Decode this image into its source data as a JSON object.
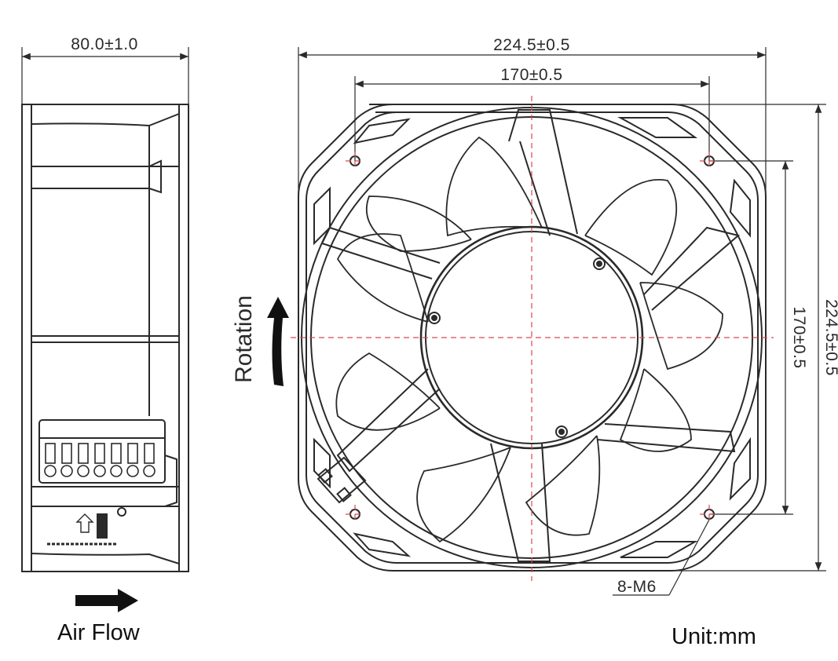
{
  "side_view": {
    "width_dim": "80.0±1.0"
  },
  "front_view": {
    "overall_width_dim": "224.5±0.5",
    "hole_spacing_h_dim": "170±0.5",
    "hole_spacing_v_dim": "170±0.5",
    "overall_height_dim": "224.5±0.5",
    "mount_note": "8-M6"
  },
  "labels": {
    "rotation": "Rotation",
    "air_flow": "Air Flow",
    "unit": "Unit:mm"
  },
  "colors": {
    "line": "#2a2a2a",
    "centerline": "#d9484f"
  }
}
